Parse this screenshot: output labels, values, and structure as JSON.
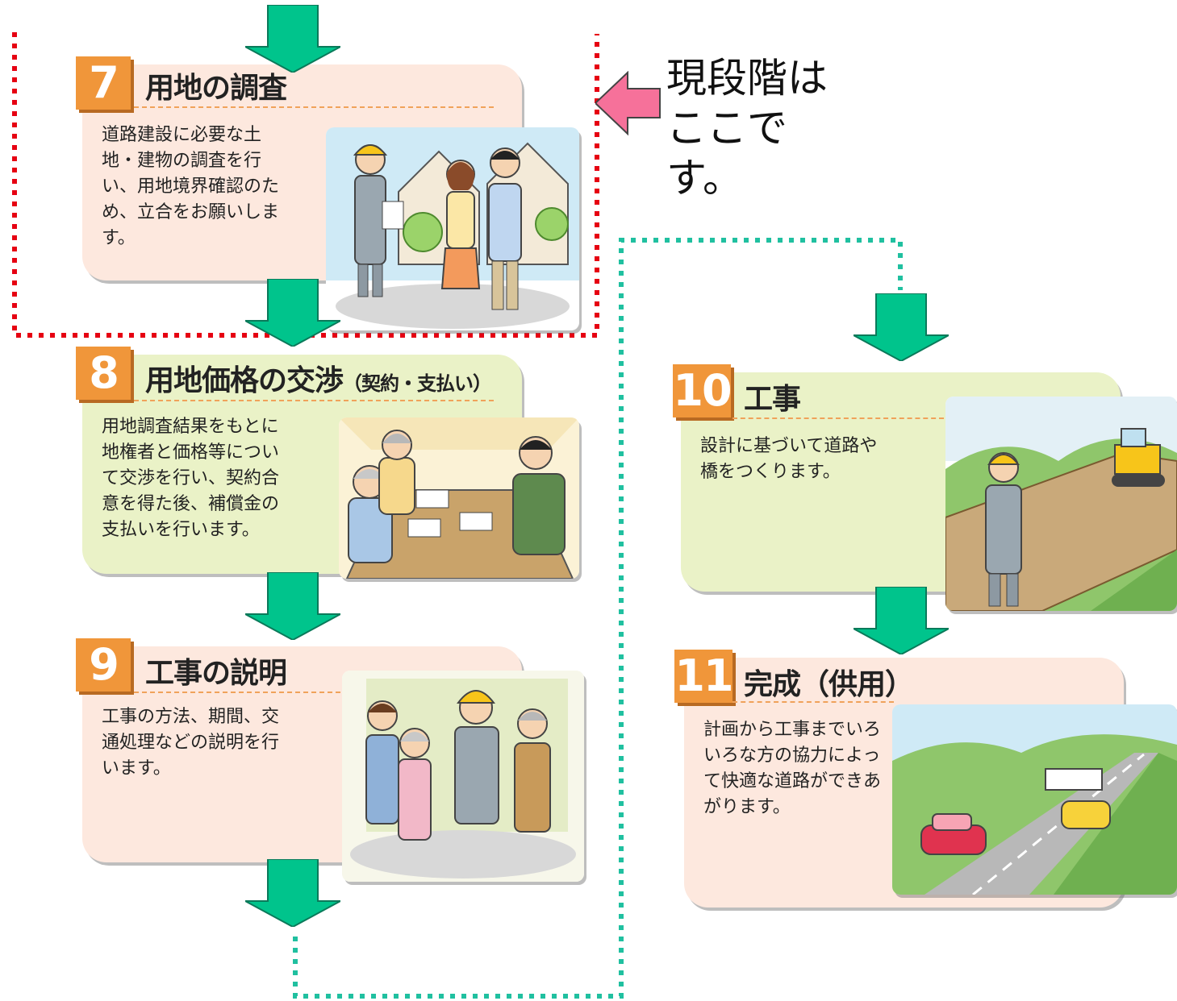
{
  "steps": [
    {
      "num": "7",
      "title": "用地の調査",
      "body": "道路建設に必要な土地・建物の調査を行い、用地境界確認のため、立合をお願いします。",
      "illustration": "survey-people-icon"
    },
    {
      "num": "8",
      "title": "用地価格の交渉",
      "title_suffix": "（契約・支払い）",
      "body": "用地調査結果をもとに地権者と価格等について交渉を行い、契約合意を得た後、補償金の支払いを行います。",
      "illustration": "negotiation-table-icon"
    },
    {
      "num": "9",
      "title": "工事の説明",
      "body": "工事の方法、期間、交通処理などの説明を行います。",
      "illustration": "construction-briefing-icon"
    },
    {
      "num": "10",
      "title": "工事",
      "body": "設計に基づいて道路や橋をつくります。",
      "illustration": "bulldozer-road-icon"
    },
    {
      "num": "11",
      "title": "完成（供用）",
      "body": "計画から工事までいろいろな方の協力によって快適な道路ができあがります。",
      "illustration": "completed-highway-icon"
    }
  ],
  "current_stage_note": "現段階はここです。",
  "colors": {
    "arrow_green": "#00c48c",
    "number_orange": "#f0963a",
    "pink_card": "#fde8de",
    "green_card": "#eaf2c7",
    "highlight_red": "#e60012",
    "connector_teal": "#20c0a0",
    "pointer_pink": "#f6719a"
  }
}
